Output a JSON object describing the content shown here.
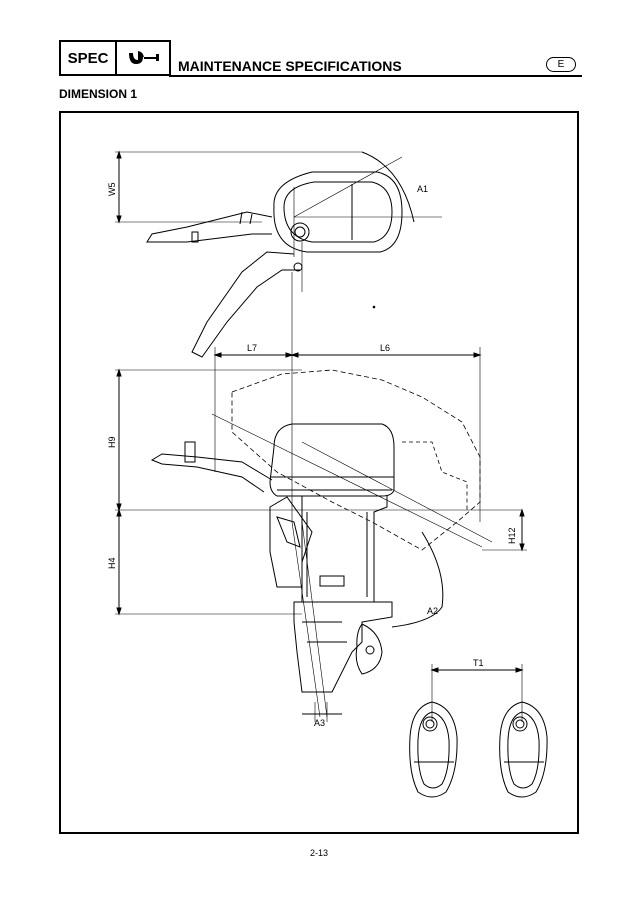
{
  "header": {
    "spec_label": "SPEC",
    "icon": "wrench-tool-icon",
    "title": "MAINTENANCE SPECIFICATIONS",
    "language_badge": "E"
  },
  "section": {
    "title": "DIMENSION 1"
  },
  "figure": {
    "dimension_labels": {
      "w5": "W5",
      "a1": "A1",
      "l7": "L7",
      "l6": "L6",
      "h9": "H9",
      "h4": "H4",
      "h12": "H12",
      "a2": "A2",
      "a3": "A3",
      "t1": "T1"
    }
  },
  "footer": {
    "page_number": "2-13"
  }
}
